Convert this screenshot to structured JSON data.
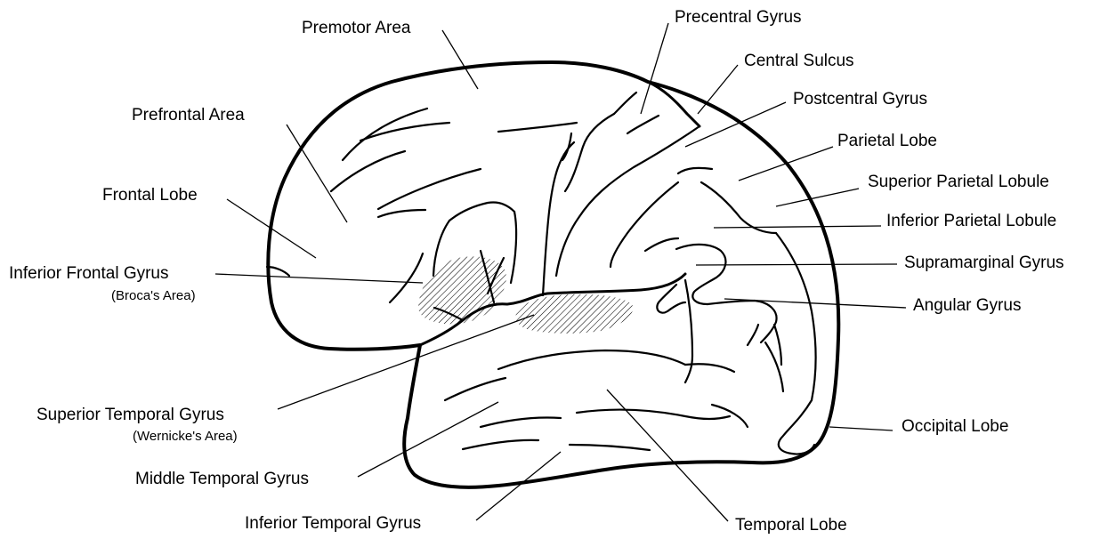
{
  "labels": {
    "premotor_area": "Premotor Area",
    "precentral_gyrus": "Precentral Gyrus",
    "central_sulcus": "Central Sulcus",
    "postcentral_gyrus": "Postcentral Gyrus",
    "prefrontal_area": "Prefrontal Area",
    "parietal_lobe": "Parietal Lobe",
    "superior_parietal_lobule": "Superior Parietal Lobule",
    "frontal_lobe": "Frontal Lobe",
    "inferior_parietal_lobule": "Inferior Parietal Lobule",
    "inferior_frontal_gyrus": "Inferior Frontal Gyrus",
    "brocas_area": "(Broca's Area)",
    "supramarginal_gyrus": "Supramarginal Gyrus",
    "angular_gyrus": "Angular Gyrus",
    "superior_temporal_gyrus": "Superior Temporal Gyrus",
    "wernickes_area": "(Wernicke's Area)",
    "occipital_lobe": "Occipital Lobe",
    "middle_temporal_gyrus": "Middle Temporal Gyrus",
    "inferior_temporal_gyrus": "Inferior Temporal Gyrus",
    "temporal_lobe": "Temporal Lobe"
  },
  "colors": {
    "line": "#000000",
    "background": "#ffffff"
  }
}
